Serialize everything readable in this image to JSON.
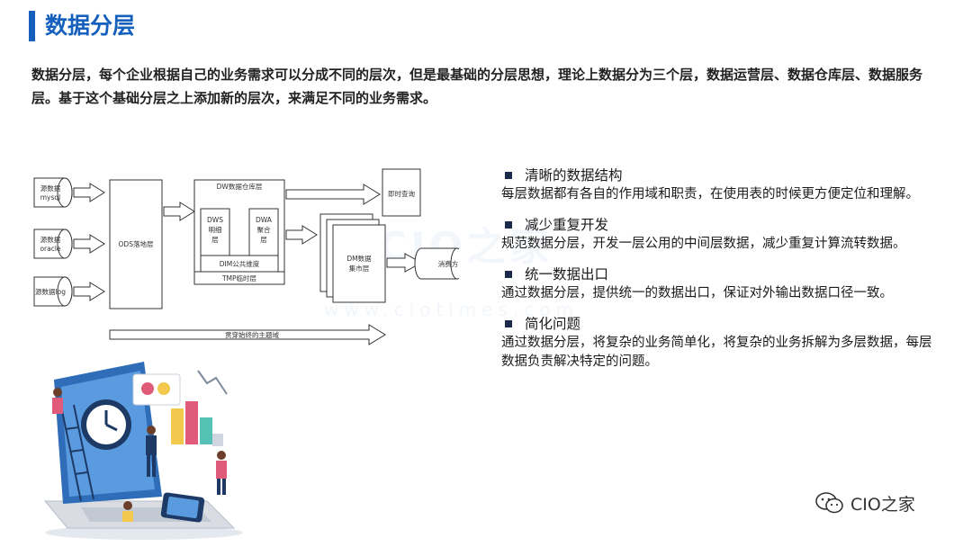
{
  "header": {
    "title": "数据分层"
  },
  "intro": "数据分层，每个企业根据自己的业务需求可以分成不同的层次，但是最基础的分层思想，理论上数据分为三个层，数据运营层、数据仓库层、数据服务层。基于这个基础分层之上添加新的层次，来满足不同的业务需求。",
  "diagram": {
    "sources": [
      {
        "line1": "源数据",
        "line2": "mysql"
      },
      {
        "line1": "源数据",
        "line2": "oracle"
      },
      {
        "line1": "源数据log",
        "line2": ""
      }
    ],
    "ods": "ODS落地层",
    "dw_title": "DW数据仓库层",
    "dws": {
      "line1": "DWS",
      "line2": "明细",
      "line3": "层"
    },
    "dwa": {
      "line1": "DWA",
      "line2": "聚合",
      "line3": "层"
    },
    "dim": "DIM公共维度",
    "tmp": "TMP临时层",
    "dm": {
      "line1": "DM数据",
      "line2": "集市层"
    },
    "adhoc": "即时查询",
    "consumer": "消费方",
    "subject": "贯穿始终的主题域"
  },
  "points": [
    {
      "heading": "清晰的数据结构",
      "body": "每层数据都有各自的作用域和职责，在使用表的时候更方便定位和理解。"
    },
    {
      "heading": "减少重复开发",
      "body": "规范数据分层，开发一层公用的中间层数据，减少重复计算流转数据。"
    },
    {
      "heading": "统一数据出口",
      "body": "通过数据分层，提供统一的数据出口，保证对外输出数据口径一致。"
    },
    {
      "heading": "简化问题",
      "body": "通过数据分层，将复杂的业务简单化，将复杂的业务拆解为多层数据，每层数据负责解决特定的问题。"
    }
  ],
  "watermark": {
    "big": "CIO之家",
    "small": "www.ciotimes.com"
  },
  "brand": {
    "name": "CIO之家"
  },
  "colors": {
    "accent": "#1560bd"
  }
}
